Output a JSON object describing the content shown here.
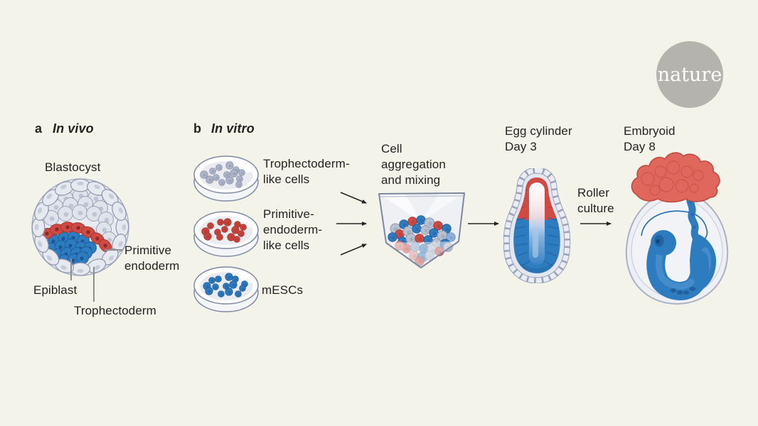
{
  "figure": {
    "background": "#f4f3ea",
    "text_color": "#232323"
  },
  "logo": {
    "text": "nature",
    "circle_color": "#b5b3ad",
    "text_color": "#ffffff"
  },
  "panel_a": {
    "letter": "a",
    "title": "In vivo",
    "blastocyst_label": "Blastocyst",
    "primitive_endoderm_label": "Primitive endoderm",
    "epiblast_label": "Epiblast",
    "trophectoderm_label": "Trophectoderm"
  },
  "panel_b": {
    "letter": "b",
    "title": "In vitro",
    "dishes": [
      {
        "label": "Trophectoderm-like cells",
        "cell_color": "#b0b7ca",
        "cell_edge": "#8d96ad"
      },
      {
        "label": "Primitive-endoderm-like cells",
        "cell_color": "#cc4238",
        "cell_edge": "#a93a33"
      },
      {
        "label": "mESCs",
        "cell_color": "#2e7cc0",
        "cell_edge": "#1f5fa0"
      }
    ],
    "aggregation_label": "Cell aggregation and mixing",
    "egg_cylinder": {
      "title": "Egg cylinder",
      "day": "Day 3"
    },
    "roller_culture_label": "Roller culture",
    "embryoid": {
      "title": "Embryoid",
      "day": "Day 8"
    }
  },
  "colors": {
    "red": "#cf4a42",
    "red_edge": "#a93a33",
    "blue": "#2e7cc0",
    "blue_edge": "#1f5fa0",
    "gray_cell": "#b9c0cf",
    "gray_cell_edge": "#8d96ad",
    "light_blue": "#8fb3dc",
    "light_blue_edge": "#6b93c4",
    "light_red": "#dd8f89",
    "light_red_edge": "#c4655e"
  }
}
